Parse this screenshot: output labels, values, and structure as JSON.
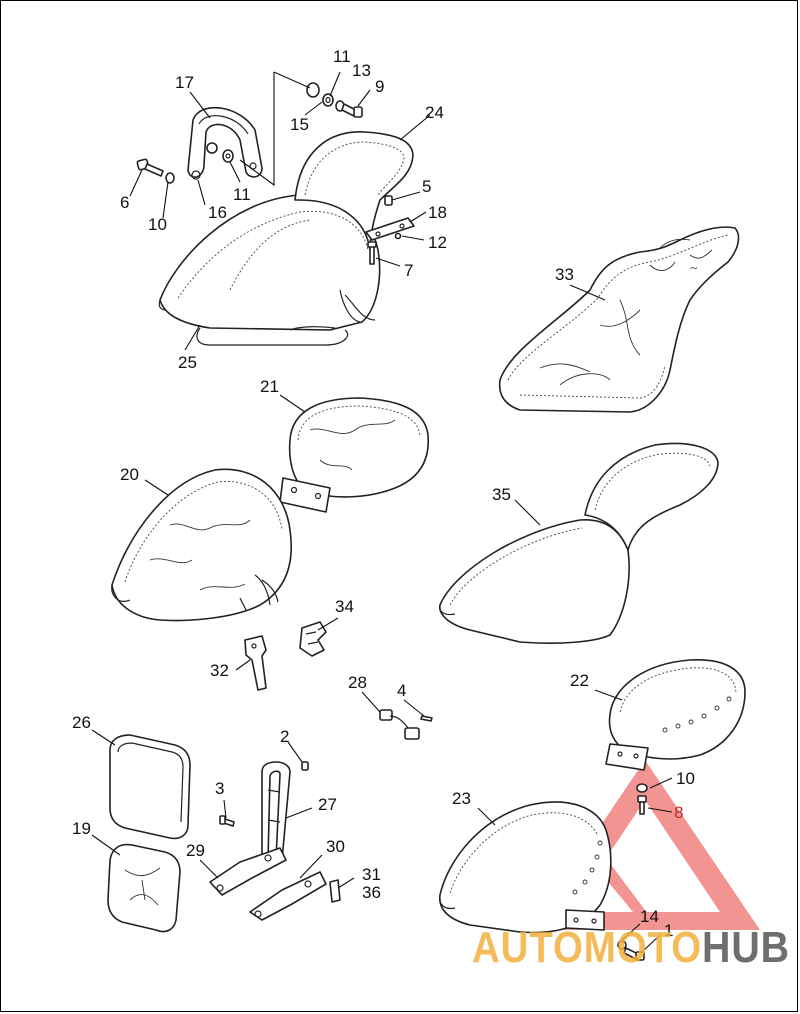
{
  "diagram": {
    "callouts": [
      {
        "id": "c11a",
        "text": "11"
      },
      {
        "id": "c13",
        "text": "13"
      },
      {
        "id": "c9",
        "text": "9"
      },
      {
        "id": "c17",
        "text": "17"
      },
      {
        "id": "c15",
        "text": "15"
      },
      {
        "id": "c24",
        "text": "24"
      },
      {
        "id": "c6",
        "text": "6"
      },
      {
        "id": "c10a",
        "text": "10"
      },
      {
        "id": "c16",
        "text": "16"
      },
      {
        "id": "c11b",
        "text": "11"
      },
      {
        "id": "c5",
        "text": "5"
      },
      {
        "id": "c18",
        "text": "18"
      },
      {
        "id": "c12",
        "text": "12"
      },
      {
        "id": "c7",
        "text": "7"
      },
      {
        "id": "c33",
        "text": "33"
      },
      {
        "id": "c25",
        "text": "25"
      },
      {
        "id": "c21",
        "text": "21"
      },
      {
        "id": "c20",
        "text": "20"
      },
      {
        "id": "c35",
        "text": "35"
      },
      {
        "id": "c34",
        "text": "34"
      },
      {
        "id": "c32",
        "text": "32"
      },
      {
        "id": "c28",
        "text": "28"
      },
      {
        "id": "c4",
        "text": "4"
      },
      {
        "id": "c22",
        "text": "22"
      },
      {
        "id": "c26",
        "text": "26"
      },
      {
        "id": "c2",
        "text": "2"
      },
      {
        "id": "c10b",
        "text": "10"
      },
      {
        "id": "c3",
        "text": "3"
      },
      {
        "id": "c27",
        "text": "27"
      },
      {
        "id": "c23",
        "text": "23"
      },
      {
        "id": "c8",
        "text": "8"
      },
      {
        "id": "c19",
        "text": "19"
      },
      {
        "id": "c29",
        "text": "29"
      },
      {
        "id": "c30",
        "text": "30"
      },
      {
        "id": "c31",
        "text": "31"
      },
      {
        "id": "c36",
        "text": "36"
      },
      {
        "id": "c14",
        "text": "14"
      },
      {
        "id": "c1",
        "text": "1"
      }
    ],
    "highlight_color": "#c0262b"
  },
  "watermark": {
    "brand_part1": "AUTOMOTO",
    "brand_part2": "HUB",
    "color_primary": "#e8403a",
    "color_secondary": "#f2b13c",
    "color_dark": "#555555"
  }
}
